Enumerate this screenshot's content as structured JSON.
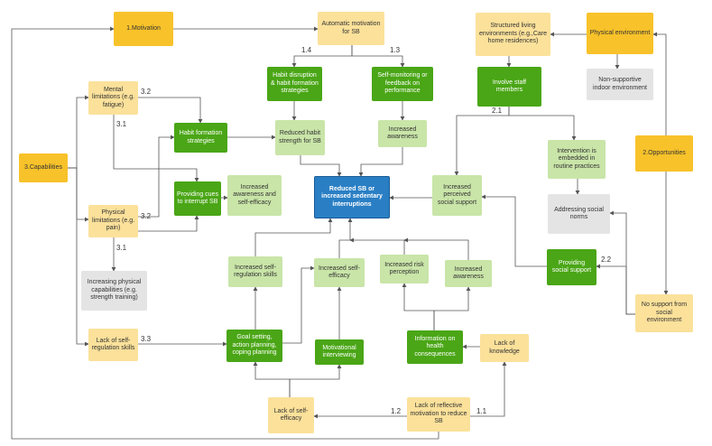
{
  "nodes": {
    "motivation": "1.Motivation",
    "auto_motivation": "Automatic motivation for SB",
    "habit_disruption": "Habit disruption & habit formation strategies",
    "self_monitoring": "Self-monitoring or feedback on performance",
    "reduced_habit": "Reduced habit strength for SB",
    "increased_awareness_top": "Increased awareness",
    "mental_limitations": "Mental limitations (e.g. fatigue)",
    "habit_formation": "Habit formation strategies",
    "capabilities": "3.Capabilities",
    "providing_cues": "Providing cues to interrupt SB",
    "awareness_efficacy": "Increased awareness and self-efficacy",
    "reduced_sb": "Reduced SB or increased sedentary interruptions",
    "physical_limitations": "Physical limitations (e.g. pain)",
    "increasing_physical": "Increasing physical capabilities (e.g. strength training)",
    "self_reg_skills_inc": "Increased self-regulation skills",
    "self_efficacy_inc": "Increased self-efficacy",
    "risk_perception": "Increased risk perception",
    "awareness_mid": "Increased awareness",
    "lack_self_reg": "Lack of self-regulation skills",
    "goal_setting": "Goal setting, action planning, coping planning",
    "motivational_interviewing": "Motivational interviewing",
    "information_health": "Information on health consequences",
    "lack_knowledge": "Lack of knowledge",
    "lack_self_efficacy": "Lack of self-efficacy",
    "lack_reflective": "Lack of reflective motivation to reduce SB",
    "structured_living": "Structured living environments (e.g.,Care home residences)",
    "physical_env": "Physical environment",
    "non_supportive": "Non-supportive indoor environment",
    "involve_staff": "Involve staff members",
    "embedded_routine": "Intervention is embedded in routine practices",
    "opportunities": "2.Opportunities",
    "increased_social": "Increased perceived social support",
    "addressing_norms": "Addressing social norms",
    "providing_social": "Providing social support",
    "no_support": "No support from social environment"
  },
  "edge_labels": {
    "l14": "1.4",
    "l13": "1.3",
    "l32a": "3.2",
    "l31a": "3.1",
    "l32b": "3.2",
    "l31b": "3.1",
    "l33": "3.3",
    "l12": "1.2",
    "l11": "1.1",
    "l21": "2.1",
    "l22": "2.2"
  },
  "colors": {
    "barrier": "#fbe19a",
    "domain": "#f8c22a",
    "intervention": "#4aa616",
    "mechanism": "#c9e5a8",
    "other": "#e4e4e4",
    "outcome": "#2a7fc4"
  }
}
